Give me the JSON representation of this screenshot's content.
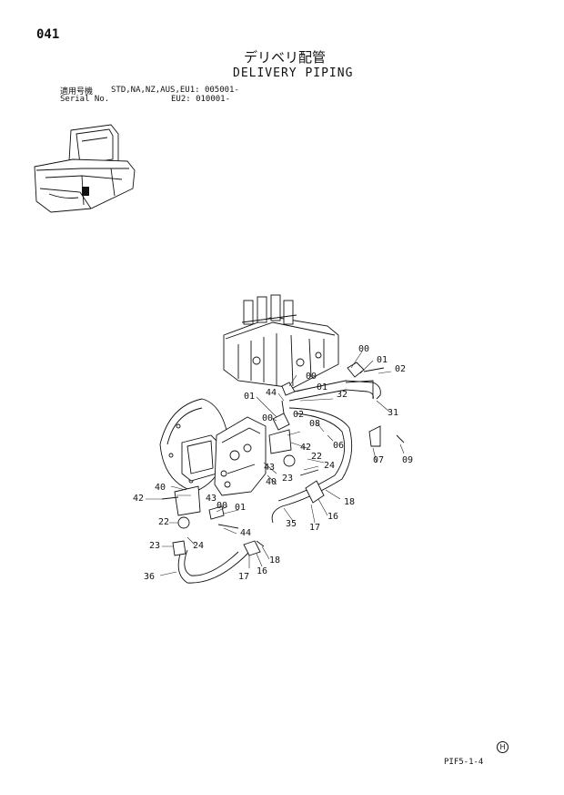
{
  "header": {
    "page_number": "041",
    "title_jp": "デリベリ配管",
    "title_en": "DELIVERY PIPING",
    "applicable_label": "適用号機",
    "applicable_models": "STD,NA,NZ,AUS,EU1: 005001-",
    "serial_label": "Serial No.",
    "serial_range": "EU2: 010001-"
  },
  "callouts": [
    "00",
    "01",
    "02",
    "00",
    "01",
    "44",
    "01",
    "02",
    "00",
    "32",
    "31",
    "08",
    "06",
    "07",
    "09",
    "42",
    "22",
    "24",
    "43",
    "23",
    "18",
    "40",
    "40",
    "43",
    "42",
    "00",
    "01",
    "22",
    "24",
    "44",
    "35",
    "17",
    "16",
    "23",
    "18",
    "36",
    "17",
    "16"
  ],
  "footer": {
    "logo_mark": "H",
    "page_code": "PIF5-1-4"
  }
}
